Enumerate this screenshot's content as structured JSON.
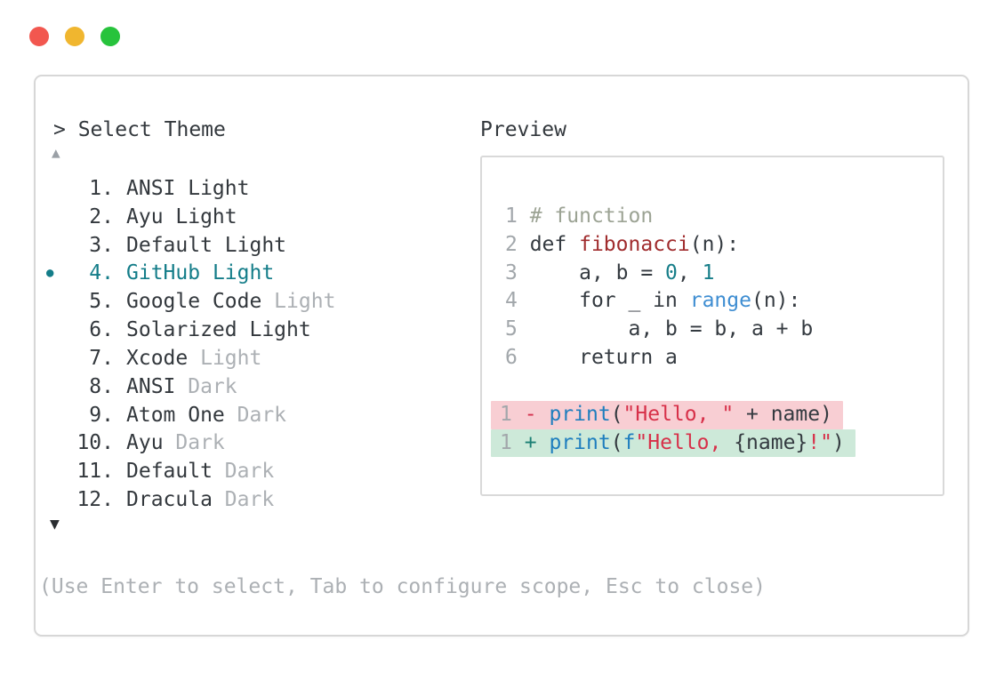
{
  "window": {
    "traffic_lights": [
      {
        "name": "close",
        "color": "#f2574f"
      },
      {
        "name": "minimize",
        "color": "#f0b62f"
      },
      {
        "name": "zoom",
        "color": "#27c33c"
      }
    ]
  },
  "picker": {
    "prompt": "> Select Theme",
    "scroll_up_glyph": "▲",
    "scroll_down_glyph": "▼",
    "bullet_glyph": "●",
    "accent_color": "#147d89",
    "items": [
      {
        "num": "1.",
        "name": "ANSI",
        "variant": "Light",
        "muted_variant": false,
        "selected": false
      },
      {
        "num": "2.",
        "name": "Ayu",
        "variant": "Light",
        "muted_variant": false,
        "selected": false
      },
      {
        "num": "3.",
        "name": "Default",
        "variant": "Light",
        "muted_variant": false,
        "selected": false
      },
      {
        "num": "4.",
        "name": "GitHub",
        "variant": "Light",
        "muted_variant": false,
        "selected": true
      },
      {
        "num": "5.",
        "name": "Google Code",
        "variant": "Light",
        "muted_variant": true,
        "selected": false
      },
      {
        "num": "6.",
        "name": "Solarized",
        "variant": "Light",
        "muted_variant": false,
        "selected": false
      },
      {
        "num": "7.",
        "name": "Xcode",
        "variant": "Light",
        "muted_variant": true,
        "selected": false
      },
      {
        "num": "8.",
        "name": "ANSI",
        "variant": "Dark",
        "muted_variant": true,
        "selected": false
      },
      {
        "num": "9.",
        "name": "Atom One",
        "variant": "Dark",
        "muted_variant": true,
        "selected": false
      },
      {
        "num": "10.",
        "name": "Ayu",
        "variant": "Dark",
        "muted_variant": true,
        "selected": false
      },
      {
        "num": "11.",
        "name": "Default",
        "variant": "Dark",
        "muted_variant": true,
        "selected": false
      },
      {
        "num": "12.",
        "name": "Dracula",
        "variant": "Dark",
        "muted_variant": true,
        "selected": false
      }
    ],
    "footer_hint": "(Use Enter to select, Tab to configure scope, Esc to close)"
  },
  "preview": {
    "label": "Preview",
    "colors": {
      "cm": "#9ca394",
      "fn": "#a02c2e",
      "nm": "#177e89",
      "bi": "#3f8ed2",
      "pr": "#1f7ebe",
      "st": "#d73049",
      "mi": "#d4314e",
      "ad": "#1b7f74",
      "removed_bg": "#f8ced3",
      "added_bg": "#cde9d9"
    },
    "code_lines": [
      {
        "diff": null,
        "tokens": [
          {
            "c": "ln",
            "t": "1"
          },
          {
            "c": "pl",
            "t": " "
          },
          {
            "c": "cm",
            "t": "# function"
          }
        ]
      },
      {
        "diff": null,
        "tokens": [
          {
            "c": "ln",
            "t": "2"
          },
          {
            "c": "pl",
            "t": " def "
          },
          {
            "c": "fn",
            "t": "fibonacci"
          },
          {
            "c": "pl",
            "t": "(n):"
          }
        ]
      },
      {
        "diff": null,
        "tokens": [
          {
            "c": "ln",
            "t": "3"
          },
          {
            "c": "pl",
            "t": "     a, b = "
          },
          {
            "c": "nm",
            "t": "0"
          },
          {
            "c": "pl",
            "t": ", "
          },
          {
            "c": "nm",
            "t": "1"
          }
        ]
      },
      {
        "diff": null,
        "tokens": [
          {
            "c": "ln",
            "t": "4"
          },
          {
            "c": "pl",
            "t": "     for _ in "
          },
          {
            "c": "bi",
            "t": "range"
          },
          {
            "c": "pl",
            "t": "(n):"
          }
        ]
      },
      {
        "diff": null,
        "tokens": [
          {
            "c": "ln",
            "t": "5"
          },
          {
            "c": "pl",
            "t": "         a, b = b, a + b"
          }
        ]
      },
      {
        "diff": null,
        "tokens": [
          {
            "c": "ln",
            "t": "6"
          },
          {
            "c": "pl",
            "t": "     return a"
          }
        ]
      },
      {
        "diff": null,
        "tokens": []
      },
      {
        "diff": "removed",
        "tokens": [
          {
            "c": "ln",
            "t": "1"
          },
          {
            "c": "pl",
            "t": " "
          },
          {
            "c": "mi",
            "t": "-"
          },
          {
            "c": "pl",
            "t": " "
          },
          {
            "c": "pr",
            "t": "print"
          },
          {
            "c": "pl",
            "t": "("
          },
          {
            "c": "st",
            "t": "\"Hello, \""
          },
          {
            "c": "pl",
            "t": " + name)"
          }
        ]
      },
      {
        "diff": "added",
        "tokens": [
          {
            "c": "ln",
            "t": "1"
          },
          {
            "c": "pl",
            "t": " "
          },
          {
            "c": "ad",
            "t": "+"
          },
          {
            "c": "pl",
            "t": " "
          },
          {
            "c": "pr",
            "t": "print"
          },
          {
            "c": "pl",
            "t": "("
          },
          {
            "c": "pr",
            "t": "f"
          },
          {
            "c": "st",
            "t": "\"Hello, "
          },
          {
            "c": "pl",
            "t": "{name}"
          },
          {
            "c": "st",
            "t": "!\""
          },
          {
            "c": "pl",
            "t": ")"
          }
        ]
      }
    ]
  }
}
